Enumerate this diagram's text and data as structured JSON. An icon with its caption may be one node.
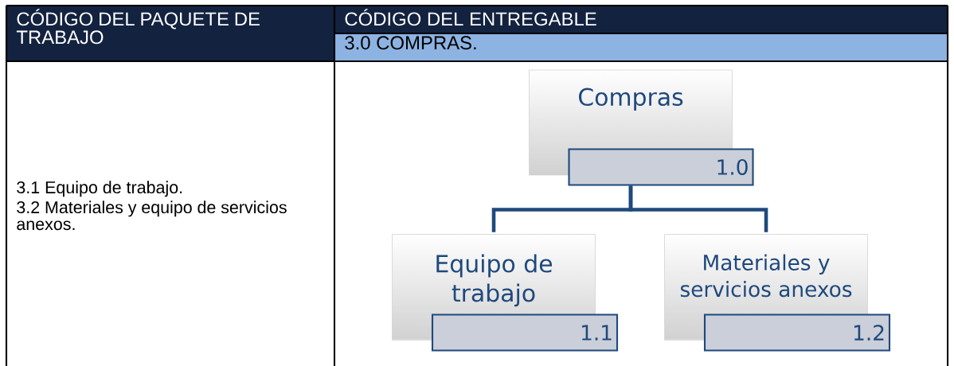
{
  "diagram": {
    "nodes": [
      {
        "text": [
          "Compras"
        ]
      },
      {
        "text": [
          "1.0"
        ]
      },
      {
        "text": [
          "Equipo de trabajo"
        ]
      },
      {
        "text": [
          "1.1"
        ]
      },
      {
        "text": [
          "Materiales y servicios anexos"
        ]
      },
      {
        "text": [
          "1.2"
        ]
      }
    ],
    "edges": [
      {
        "from": 1,
        "to": 2,
        "arrow": "none"
      },
      {
        "from": 1,
        "to": 4,
        "arrow": "none"
      }
    ],
    "labels": [
      "CÓDIGO DEL PAQUETE DE TRABAJO",
      "CÓDIGO DEL ENTREGABLE",
      "3.0 COMPRAS.",
      "3.1 Equipo de trabajo.",
      "3.2 Materiales y equipo de servicios anexos."
    ]
  }
}
